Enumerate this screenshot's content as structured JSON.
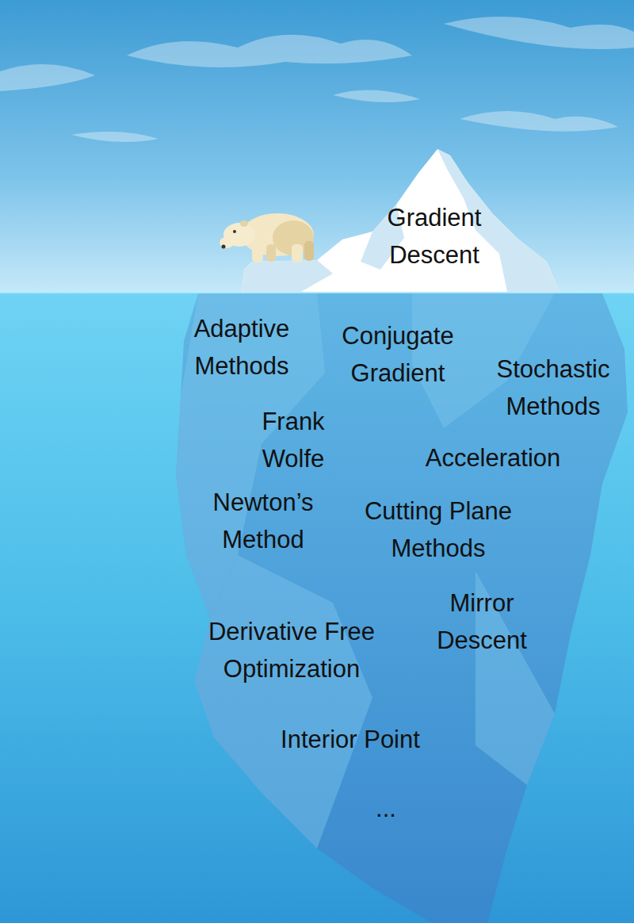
{
  "diagram": {
    "labels": [
      "Gradient Descent",
      "Adaptive Methods",
      "Conjugate Gradient",
      "Stochastic Methods",
      "Frank Wolfe",
      "Acceleration",
      "Newton’s Method",
      "Cutting Plane Methods",
      "Mirror Descent",
      "Derivative Free Optimization",
      "Interior Point",
      "..."
    ]
  }
}
